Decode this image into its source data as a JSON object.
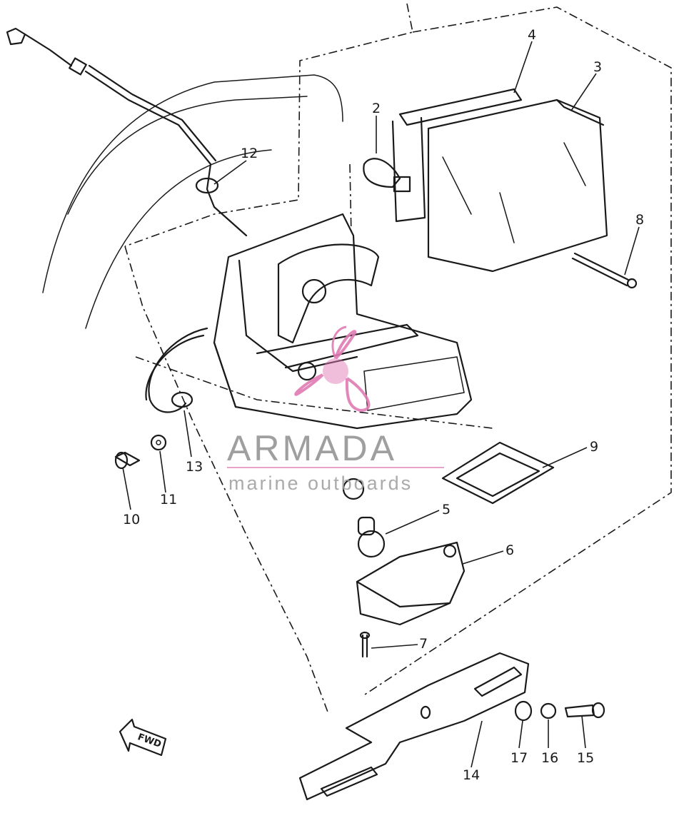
{
  "diagram": {
    "callouts": [
      "2",
      "3",
      "4",
      "8",
      "12",
      "9",
      "5",
      "6",
      "7",
      "13",
      "11",
      "10",
      "14",
      "17",
      "16",
      "15"
    ],
    "direction_label": "FWD"
  },
  "watermark": {
    "title": "ARMADA",
    "subtitle": "marine outboards",
    "logo_color": "#e07bb4",
    "text_color": "#8f8f8f"
  }
}
